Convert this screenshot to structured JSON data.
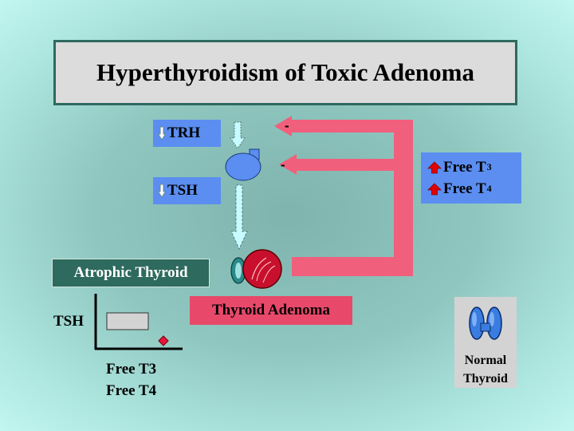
{
  "title": "Hyperthyroidism of Toxic Adenoma",
  "labels": {
    "trh": "TRH",
    "tsh_pituitary": "TSH",
    "free_t3": "Free T",
    "free_t3_sub": "3",
    "free_t4": "Free T",
    "free_t4_sub": "4",
    "atrophic_thyroid": "Atrophic Thyroid",
    "thyroid_adenoma": "Thyroid Adenoma",
    "normal_thyroid_line1": "Normal",
    "normal_thyroid_line2": "Thyroid",
    "graph_y_label": "TSH",
    "graph_x_label_line1": "Free T3",
    "graph_x_label_line2": "Free T4"
  },
  "feedback_signs": [
    "-",
    "-"
  ],
  "colors": {
    "title_border": "#2e6a5e",
    "title_fill": "#dcdcdc",
    "label_blue": "#5b8ef0",
    "feedback_pink": "#f0607c",
    "adenoma_red": "#c8102e",
    "atrophic_green": "#2e6a5e",
    "up_arrow_red": "#e00000",
    "normal_thyroid_blue": "#3a7de0"
  },
  "icons": [
    "down-arrow-icon",
    "up-arrow-icon",
    "pituitary-icon",
    "thyroid-adenoma-icon",
    "normal-thyroid-icon",
    "data-point-icon"
  ]
}
